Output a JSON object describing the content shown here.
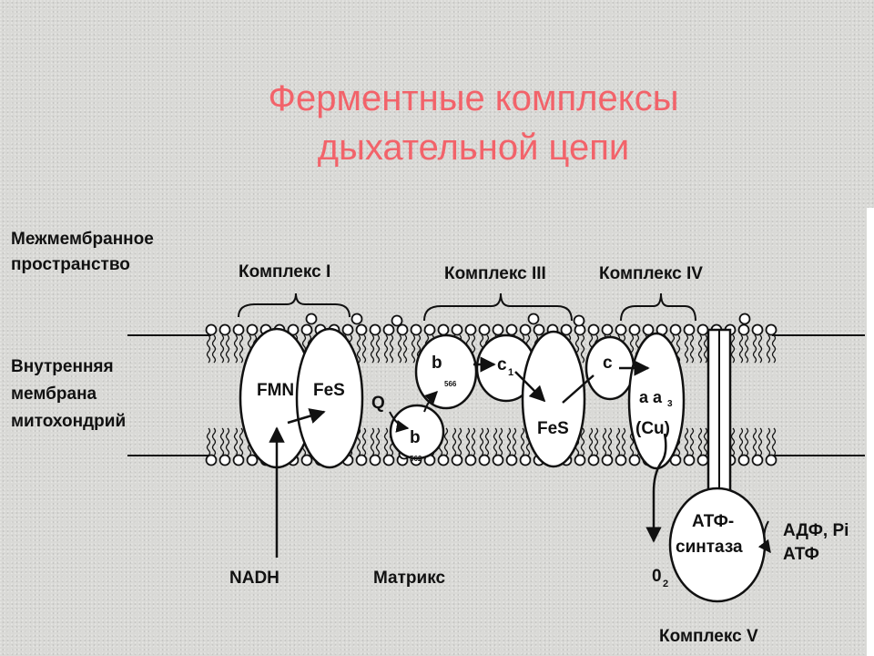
{
  "slide": {
    "title_line1": "Ферментные комплексы",
    "title_line2": "дыхательной цепи"
  },
  "regions": {
    "intermembrane_line1": "Межмембранное",
    "intermembrane_line2": "пространство",
    "membrane_line1": "Внутренняя",
    "membrane_line2": "мембрана",
    "membrane_line3": "митохондрий",
    "matrix": "Матрикс"
  },
  "complexes": {
    "c1": "Комплекс I",
    "c3": "Комплекс III",
    "c4": "Комплекс IV",
    "c5": "Комплекс V"
  },
  "carriers": {
    "fmn": "FMN",
    "fes1": "FeS",
    "q": "Q",
    "b566": "b",
    "b566_sub": "566",
    "b562": "b",
    "b562_sub": "562",
    "c1": "c",
    "c1_sub": "1",
    "fes3": "FeS",
    "c": "c",
    "aa3": "a a",
    "aa3_sub": "3",
    "cu": "(Cu)",
    "atp_synthase_line1": "АТФ-",
    "atp_synthase_line2": "синтаза"
  },
  "substrates": {
    "nadh": "NADH",
    "o2": "0",
    "o2_sub": "2",
    "adp_pi": "АДФ, Pi",
    "atp": "АТФ"
  }
}
